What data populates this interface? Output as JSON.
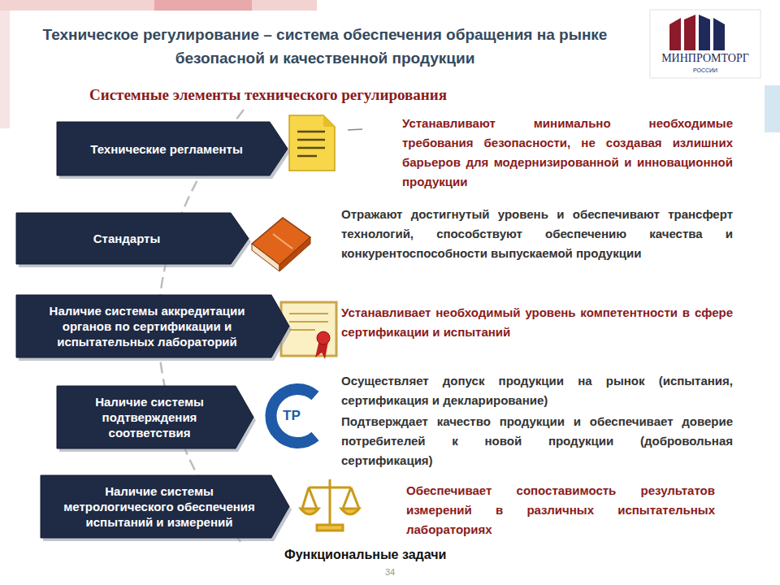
{
  "diagram": {
    "title": "Техническое регулирование – система обеспечения обращения на рынке безопасной и качественной продукции",
    "caption": "Функциональные задачи",
    "nodes": [
      {
        "text": [
          "Технические регламенты"
        ]
      },
      {
        "text": [
          "Стандарты"
        ]
      },
      {
        "text": [
          "Наличие системы аккредитации органов по сертификации и испытательных лабораторий"
        ]
      },
      {
        "text": [
          "Наличие системы подтверждения соответствия"
        ]
      },
      {
        "text": [
          "Наличие системы метрологического обеспечения испытаний и измерений"
        ]
      }
    ],
    "labels": [
      "МИНПРОМТОРГ",
      "РОССИИ",
      "Системные элементы технического регулирования",
      "Устанавливают минимально необходимые требования безопасности, не создавая излишних барьеров для модернизированной и инновационной продукции",
      "Отражают достигнутый уровень и обеспечивают трансферт технологий, способствуют обеспечению качества и конкурентоспособности выпускаемой продукции",
      "Устанавливает необходимый уровень компетентности в сфере сертификации и испытаний",
      "Осуществляет допуск продукции на рынок (испытания, сертификация и декларирование)",
      "Подтверждает качество продукции и обеспечивает доверие потребителей к новой продукции (добровольная сертификация)",
      "Обеспечивает сопоставимость результатов измерений в различных испытательных лабораториях",
      "ТР",
      "34"
    ]
  }
}
